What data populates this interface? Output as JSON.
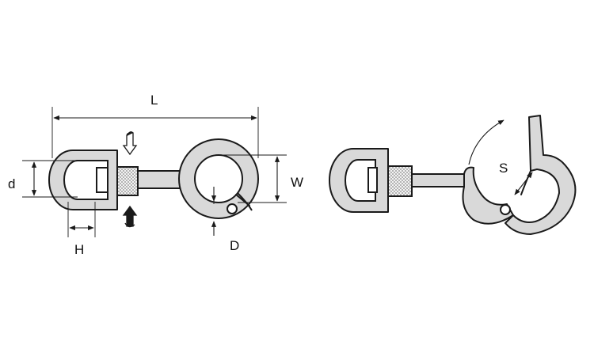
{
  "labels": {
    "L": "L",
    "d": "d",
    "W": "W",
    "H": "H",
    "D": "D",
    "S": "S"
  },
  "colors": {
    "line": "#1a1a1a",
    "body_fill": "#d9d9d9",
    "knurl": "#9a9a9a",
    "background": "#ffffff"
  },
  "icons": {
    "rotation_top": "rotate-down-arrow-icon",
    "rotation_bottom": "rotate-up-arrow-icon"
  }
}
